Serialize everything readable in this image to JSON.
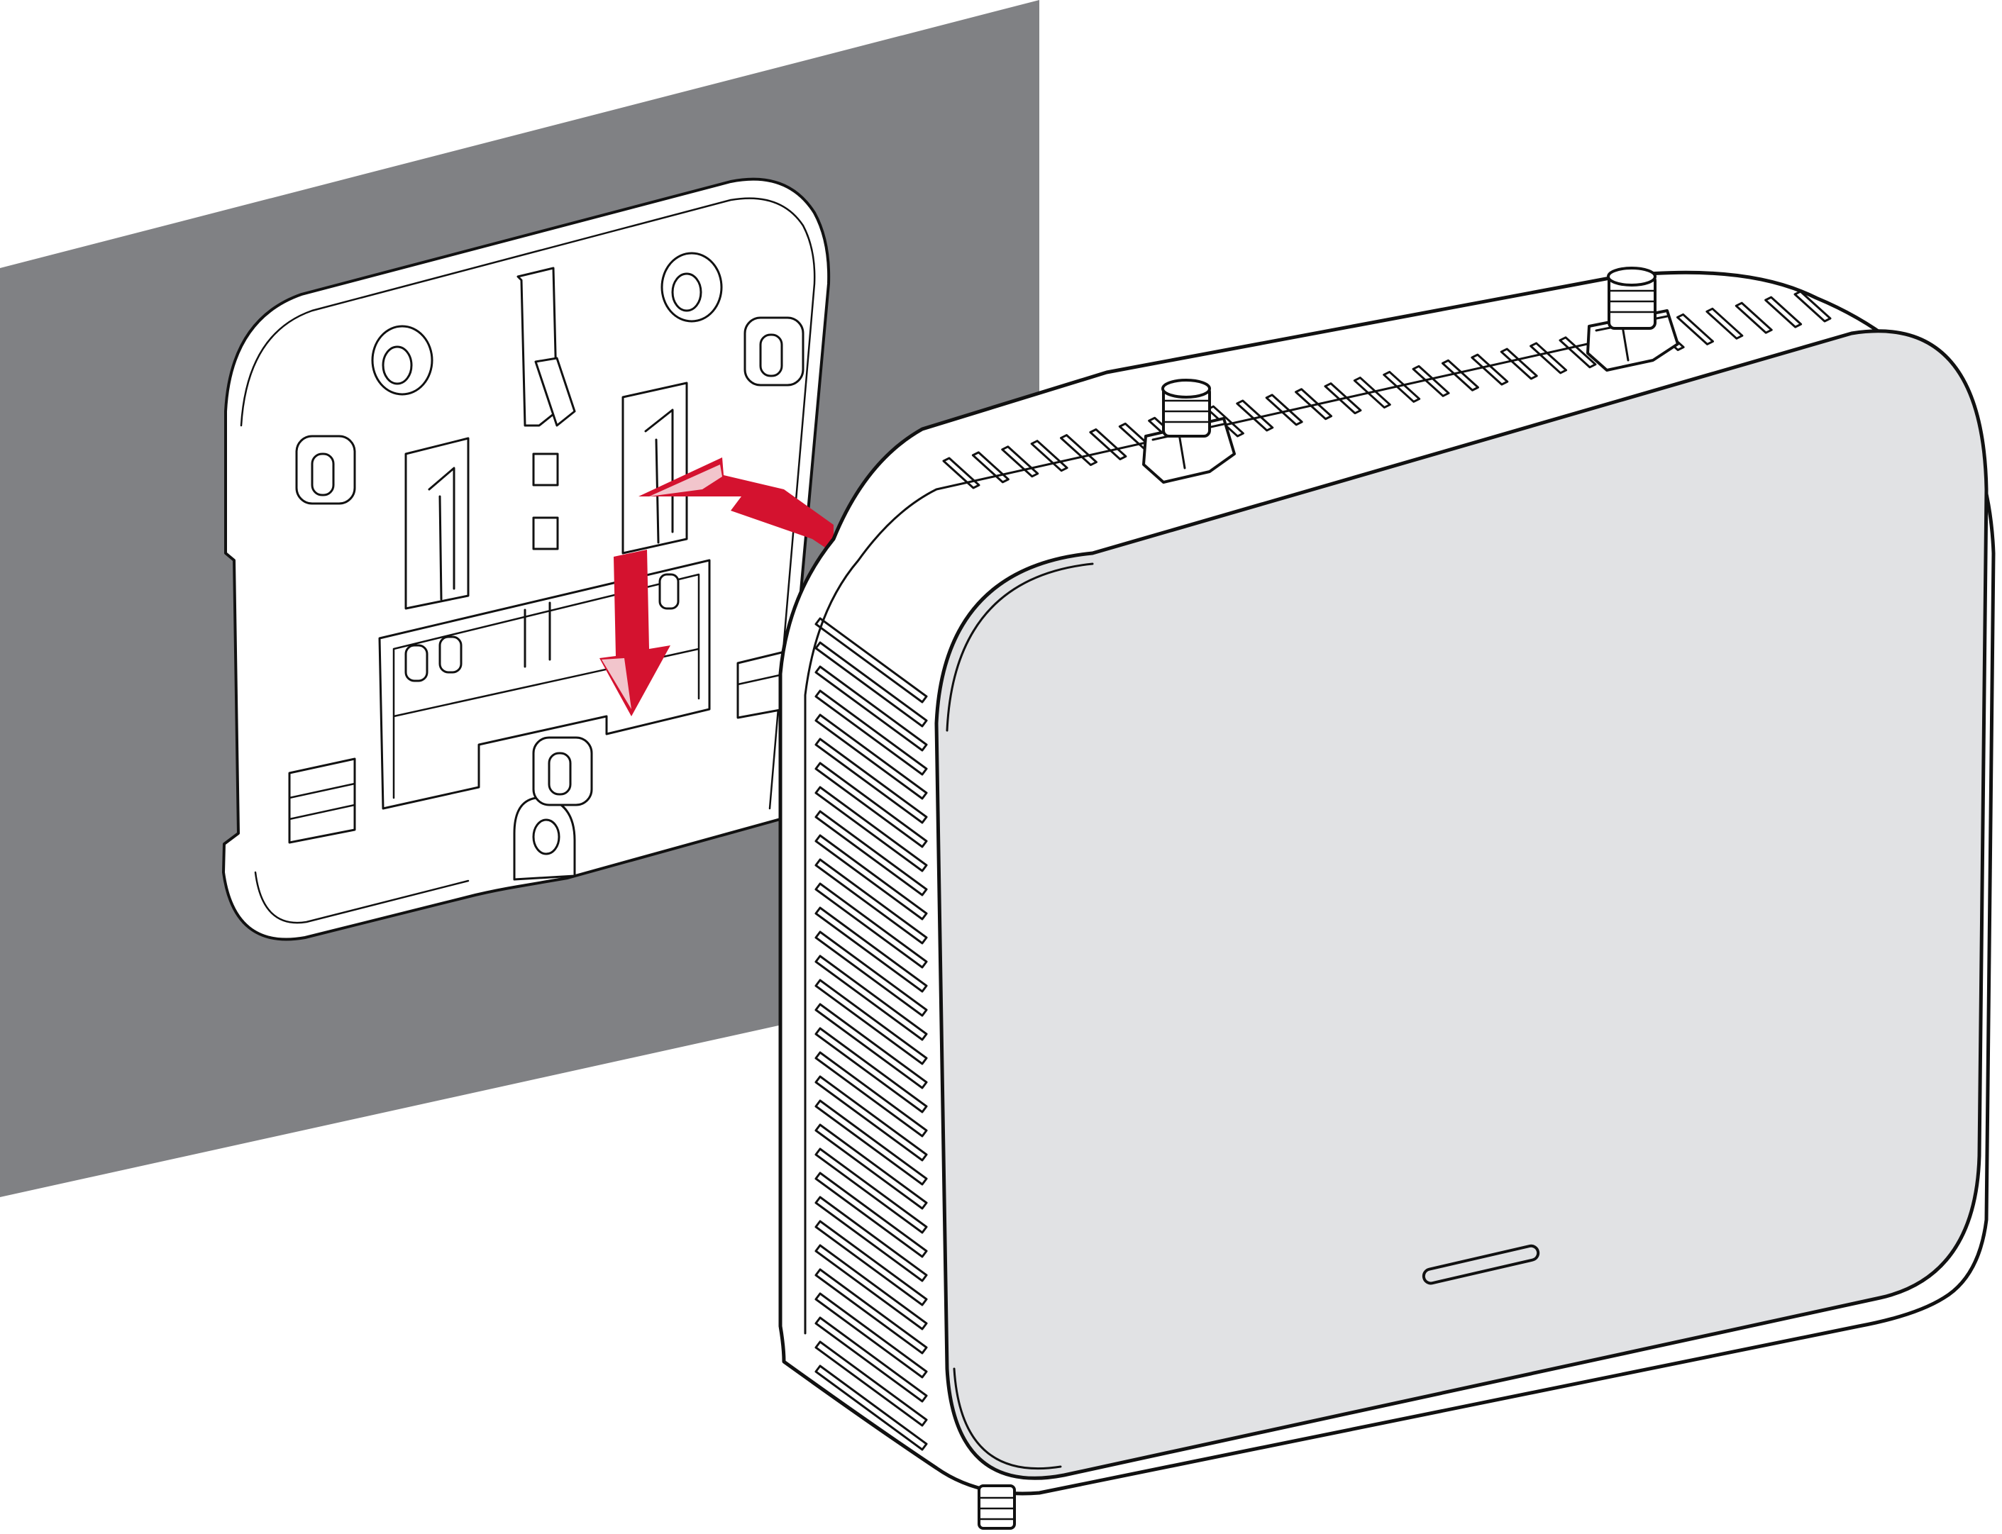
{
  "illustration": {
    "subject": "access-point-wall-mount-installation",
    "parts": [
      "wall",
      "mounting-bracket",
      "access-point",
      "antenna-connector"
    ],
    "icons": [
      "arrow-push-icon",
      "arrow-slide-down-icon"
    ]
  },
  "colors": {
    "wall": "#808184",
    "bracket_fill": "#ffffff",
    "device_face": "#e1e2e4",
    "device_side": "#ffffff",
    "line": "#111111",
    "arrow": "#d4122f",
    "arrow_highlight": "#f2c5cc"
  }
}
